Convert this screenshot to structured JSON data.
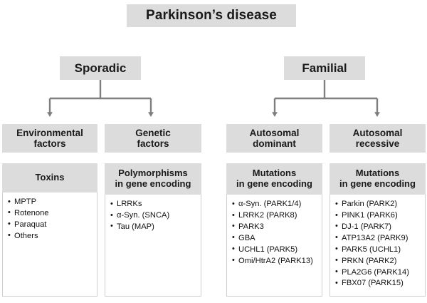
{
  "diagram": {
    "title": "Parkinson’s disease",
    "theme": {
      "box_fill": "#dcdcdc",
      "panel_body_fill": "#ffffff",
      "panel_border": "#cfcfcf",
      "connector": "#7f7f7f",
      "text": "#1a1a1a",
      "page_background": "#ffffff"
    },
    "branches": [
      {
        "id": "sporadic",
        "label": "Sporadic"
      },
      {
        "id": "familial",
        "label": "Familial"
      }
    ],
    "categories": [
      {
        "id": "environmental-factors",
        "label": "Environmental\nfactors",
        "line1": "Environmental",
        "line2": "factors"
      },
      {
        "id": "genetic-factors",
        "label": "Genetic\nfactors",
        "line1": "Genetic",
        "line2": "factors"
      },
      {
        "id": "autosomal-dominant",
        "label": "Autosomal\ndominant",
        "line1": "Autosomal",
        "line2": "dominant"
      },
      {
        "id": "autosomal-recessive",
        "label": "Autosomal\nrecessive",
        "line1": "Autosomal",
        "line2": "recessive"
      }
    ],
    "panels": [
      {
        "id": "toxins",
        "header_line1": "Toxins",
        "header_line2": "",
        "items": [
          "MPTP",
          "Rotenone",
          "Paraquat",
          "Others"
        ]
      },
      {
        "id": "polymorphisms",
        "header_line1": "Polymorphisms",
        "header_line2": "in gene encoding",
        "items": [
          "LRRKs",
          "α-Syn. (SNCA)",
          "Tau (MAP)"
        ]
      },
      {
        "id": "mutations-dominant",
        "header_line1": "Mutations",
        "header_line2": "in gene encoding",
        "items": [
          "α-Syn. (PARK1/4)",
          "LRRK2 (PARK8)",
          "PARK3",
          "GBA",
          "UCHL1 (PARK5)",
          "Omi/HtrA2 (PARK13)"
        ]
      },
      {
        "id": "mutations-recessive",
        "header_line1": "Mutations",
        "header_line2": "in gene encoding",
        "items": [
          "Parkin (PARK2)",
          "PINK1 (PARK6)",
          "DJ-1 (PARK7)",
          "ATP13A2 (PARK9)",
          "PARK5 (UCHL1)",
          "PRKN (PARK2)",
          "PLA2G6 (PARK14)",
          "FBX07 (PARK15)"
        ]
      }
    ]
  }
}
